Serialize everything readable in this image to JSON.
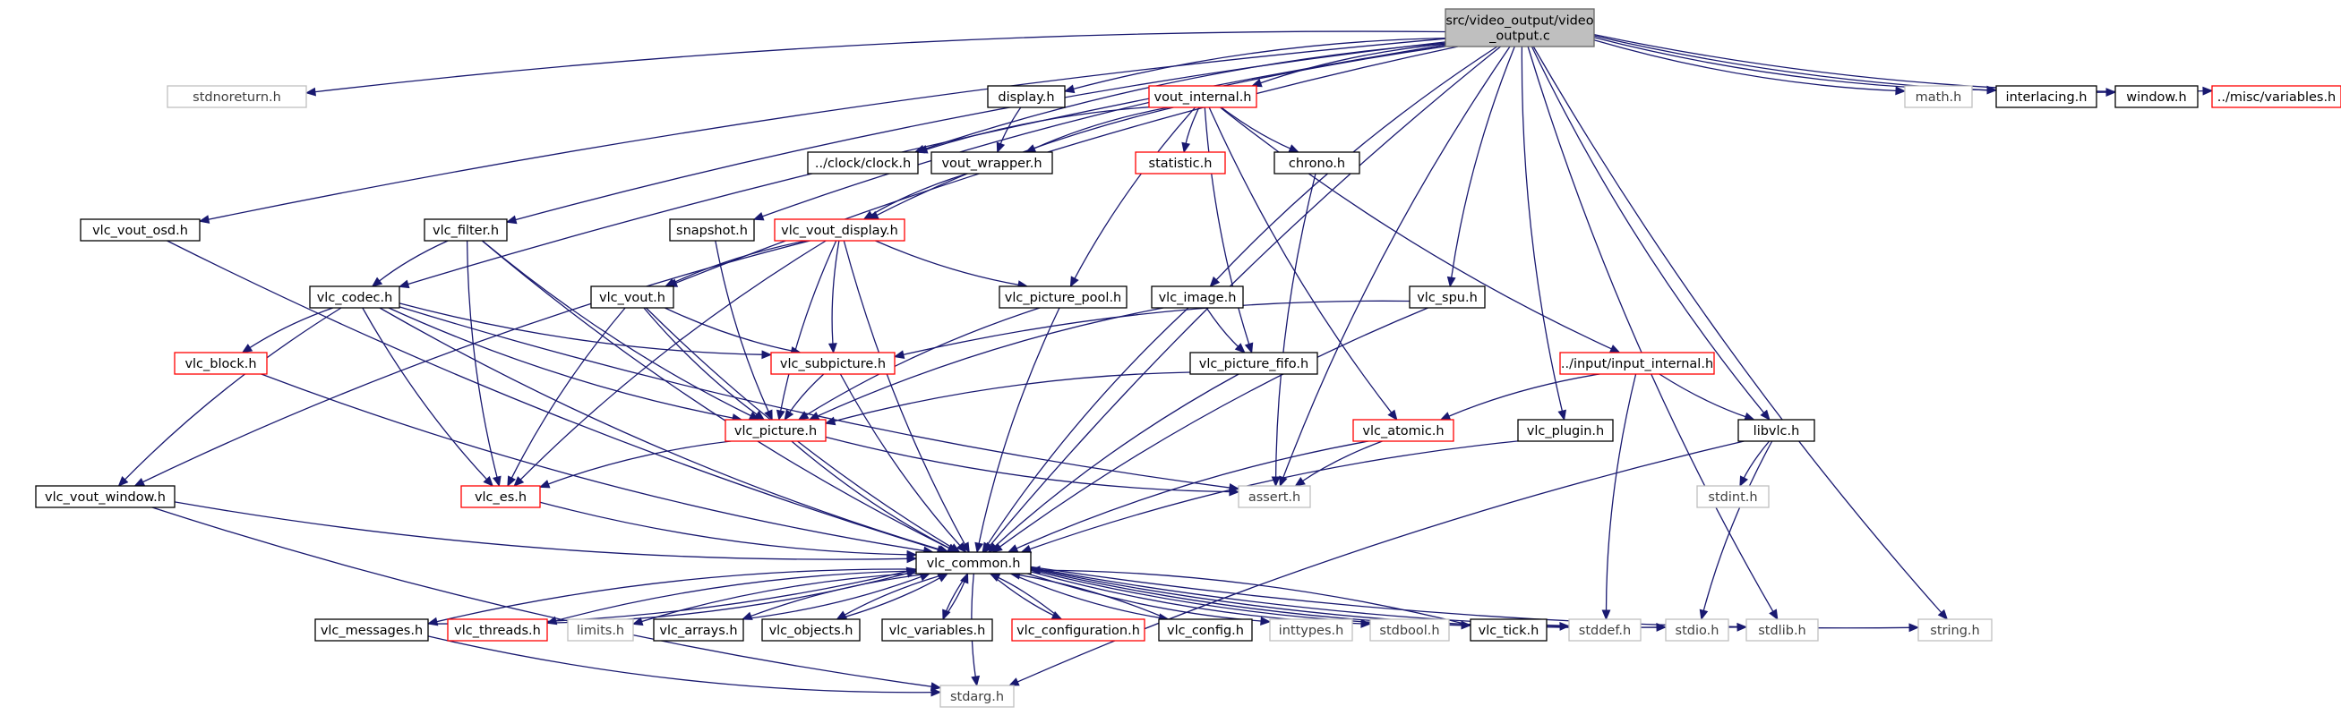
{
  "graph": {
    "colors": {
      "edge": "#191970",
      "root_fill": "#bfbfbf",
      "link_border": "#000000",
      "truncated_border": "#ff0000",
      "external_border": "#bfbfbf"
    },
    "nodes": [
      {
        "id": "root",
        "lines": [
          "src/video_output/video",
          "_output.c"
        ],
        "style": "root"
      },
      {
        "id": "stdnoreturn",
        "lines": [
          "stdnoreturn.h"
        ],
        "style": "gray"
      },
      {
        "id": "display",
        "lines": [
          "display.h"
        ],
        "style": "black"
      },
      {
        "id": "vout_internal",
        "lines": [
          "vout_internal.h"
        ],
        "style": "red"
      },
      {
        "id": "math",
        "lines": [
          "math.h"
        ],
        "style": "gray"
      },
      {
        "id": "interlacing",
        "lines": [
          "interlacing.h"
        ],
        "style": "black"
      },
      {
        "id": "window",
        "lines": [
          "window.h"
        ],
        "style": "black"
      },
      {
        "id": "misc_variables",
        "lines": [
          "../misc/variables.h"
        ],
        "style": "red"
      },
      {
        "id": "clock",
        "lines": [
          "../clock/clock.h"
        ],
        "style": "black"
      },
      {
        "id": "vout_wrapper",
        "lines": [
          "vout_wrapper.h"
        ],
        "style": "black"
      },
      {
        "id": "statistic",
        "lines": [
          "statistic.h"
        ],
        "style": "red"
      },
      {
        "id": "chrono",
        "lines": [
          "chrono.h"
        ],
        "style": "black"
      },
      {
        "id": "vlc_vout_osd",
        "lines": [
          "vlc_vout_osd.h"
        ],
        "style": "black"
      },
      {
        "id": "vlc_filter",
        "lines": [
          "vlc_filter.h"
        ],
        "style": "black"
      },
      {
        "id": "snapshot",
        "lines": [
          "snapshot.h"
        ],
        "style": "black"
      },
      {
        "id": "vlc_vout_display",
        "lines": [
          "vlc_vout_display.h"
        ],
        "style": "red"
      },
      {
        "id": "vlc_codec",
        "lines": [
          "vlc_codec.h"
        ],
        "style": "black"
      },
      {
        "id": "vlc_vout",
        "lines": [
          "vlc_vout.h"
        ],
        "style": "black"
      },
      {
        "id": "vlc_picture_pool",
        "lines": [
          "vlc_picture_pool.h"
        ],
        "style": "black"
      },
      {
        "id": "vlc_image",
        "lines": [
          "vlc_image.h"
        ],
        "style": "black"
      },
      {
        "id": "vlc_spu",
        "lines": [
          "vlc_spu.h"
        ],
        "style": "black"
      },
      {
        "id": "vlc_block",
        "lines": [
          "vlc_block.h"
        ],
        "style": "red"
      },
      {
        "id": "vlc_subpicture",
        "lines": [
          "vlc_subpicture.h"
        ],
        "style": "red"
      },
      {
        "id": "vlc_picture_fifo",
        "lines": [
          "vlc_picture_fifo.h"
        ],
        "style": "black"
      },
      {
        "id": "input_internal",
        "lines": [
          "../input/input_internal.h"
        ],
        "style": "red"
      },
      {
        "id": "vlc_picture",
        "lines": [
          "vlc_picture.h"
        ],
        "style": "red"
      },
      {
        "id": "vlc_atomic",
        "lines": [
          "vlc_atomic.h"
        ],
        "style": "red"
      },
      {
        "id": "vlc_plugin",
        "lines": [
          "vlc_plugin.h"
        ],
        "style": "black"
      },
      {
        "id": "libvlc",
        "lines": [
          "libvlc.h"
        ],
        "style": "black"
      },
      {
        "id": "vlc_vout_window",
        "lines": [
          "vlc_vout_window.h"
        ],
        "style": "black"
      },
      {
        "id": "vlc_es",
        "lines": [
          "vlc_es.h"
        ],
        "style": "red"
      },
      {
        "id": "assert",
        "lines": [
          "assert.h"
        ],
        "style": "gray"
      },
      {
        "id": "stdint",
        "lines": [
          "stdint.h"
        ],
        "style": "gray"
      },
      {
        "id": "vlc_common",
        "lines": [
          "vlc_common.h"
        ],
        "style": "black"
      },
      {
        "id": "vlc_messages",
        "lines": [
          "vlc_messages.h"
        ],
        "style": "black"
      },
      {
        "id": "vlc_threads",
        "lines": [
          "vlc_threads.h"
        ],
        "style": "red"
      },
      {
        "id": "limits",
        "lines": [
          "limits.h"
        ],
        "style": "gray"
      },
      {
        "id": "vlc_arrays",
        "lines": [
          "vlc_arrays.h"
        ],
        "style": "black"
      },
      {
        "id": "vlc_objects",
        "lines": [
          "vlc_objects.h"
        ],
        "style": "black"
      },
      {
        "id": "vlc_variables",
        "lines": [
          "vlc_variables.h"
        ],
        "style": "black"
      },
      {
        "id": "vlc_configuration",
        "lines": [
          "vlc_configuration.h"
        ],
        "style": "red"
      },
      {
        "id": "vlc_config",
        "lines": [
          "vlc_config.h"
        ],
        "style": "black"
      },
      {
        "id": "inttypes",
        "lines": [
          "inttypes.h"
        ],
        "style": "gray"
      },
      {
        "id": "stdbool",
        "lines": [
          "stdbool.h"
        ],
        "style": "gray"
      },
      {
        "id": "vlc_tick",
        "lines": [
          "vlc_tick.h"
        ],
        "style": "black"
      },
      {
        "id": "stddef",
        "lines": [
          "stddef.h"
        ],
        "style": "gray"
      },
      {
        "id": "stdio",
        "lines": [
          "stdio.h"
        ],
        "style": "gray"
      },
      {
        "id": "stdlib",
        "lines": [
          "stdlib.h"
        ],
        "style": "gray"
      },
      {
        "id": "string",
        "lines": [
          "string.h"
        ],
        "style": "gray"
      },
      {
        "id": "stdarg",
        "lines": [
          "stdarg.h"
        ],
        "style": "gray"
      }
    ],
    "edges": [
      [
        "root",
        "stdnoreturn"
      ],
      [
        "root",
        "display"
      ],
      [
        "root",
        "vout_internal"
      ],
      [
        "root",
        "math"
      ],
      [
        "root",
        "interlacing"
      ],
      [
        "root",
        "window"
      ],
      [
        "root",
        "misc_variables"
      ],
      [
        "root",
        "clock"
      ],
      [
        "root",
        "vlc_vout_osd"
      ],
      [
        "root",
        "vlc_filter"
      ],
      [
        "root",
        "snapshot"
      ],
      [
        "root",
        "vlc_codec"
      ],
      [
        "root",
        "vlc_vout"
      ],
      [
        "root",
        "vlc_image"
      ],
      [
        "root",
        "vlc_spu"
      ],
      [
        "root",
        "assert"
      ],
      [
        "root",
        "vlc_plugin"
      ],
      [
        "root",
        "libvlc"
      ],
      [
        "root",
        "vlc_common"
      ],
      [
        "root",
        "stdlib"
      ],
      [
        "root",
        "string"
      ],
      [
        "display",
        "vout_wrapper"
      ],
      [
        "vout_internal",
        "clock"
      ],
      [
        "vout_internal",
        "vout_wrapper"
      ],
      [
        "vout_internal",
        "statistic"
      ],
      [
        "vout_internal",
        "chrono"
      ],
      [
        "vout_internal",
        "vlc_vout_display"
      ],
      [
        "vout_internal",
        "vlc_picture_pool"
      ],
      [
        "vout_internal",
        "vlc_picture_fifo"
      ],
      [
        "vout_internal",
        "vlc_atomic"
      ],
      [
        "vout_internal",
        "input_internal"
      ],
      [
        "vout_wrapper",
        "vlc_vout_display"
      ],
      [
        "chrono",
        "assert"
      ],
      [
        "vlc_vout_osd",
        "vlc_common"
      ],
      [
        "vlc_filter",
        "vlc_codec"
      ],
      [
        "vlc_filter",
        "vlc_picture"
      ],
      [
        "vlc_filter",
        "vlc_es"
      ],
      [
        "vlc_filter",
        "vlc_common"
      ],
      [
        "snapshot",
        "vlc_picture"
      ],
      [
        "vlc_vout_display",
        "vlc_vout"
      ],
      [
        "vlc_vout_display",
        "vlc_picture_pool"
      ],
      [
        "vlc_vout_display",
        "vlc_subpicture"
      ],
      [
        "vlc_vout_display",
        "vlc_picture"
      ],
      [
        "vlc_vout_display",
        "vlc_es"
      ],
      [
        "vlc_vout_display",
        "vlc_vout_window"
      ],
      [
        "vlc_vout_display",
        "vlc_common"
      ],
      [
        "vlc_codec",
        "vlc_block"
      ],
      [
        "vlc_codec",
        "vlc_subpicture"
      ],
      [
        "vlc_codec",
        "vlc_picture"
      ],
      [
        "vlc_codec",
        "vlc_es"
      ],
      [
        "vlc_codec",
        "vlc_vout_window"
      ],
      [
        "vlc_codec",
        "vlc_common"
      ],
      [
        "vlc_codec",
        "assert"
      ],
      [
        "vlc_vout",
        "vlc_subpicture"
      ],
      [
        "vlc_vout",
        "vlc_picture"
      ],
      [
        "vlc_vout",
        "vlc_es"
      ],
      [
        "vlc_vout",
        "vlc_common"
      ],
      [
        "vlc_picture_pool",
        "vlc_picture"
      ],
      [
        "vlc_picture_pool",
        "vlc_common"
      ],
      [
        "vlc_image",
        "vlc_picture"
      ],
      [
        "vlc_image",
        "vlc_picture_fifo"
      ],
      [
        "vlc_image",
        "vlc_common"
      ],
      [
        "vlc_spu",
        "vlc_subpicture"
      ],
      [
        "vlc_spu",
        "vlc_common"
      ],
      [
        "vlc_block",
        "vlc_common"
      ],
      [
        "vlc_subpicture",
        "vlc_picture"
      ],
      [
        "vlc_subpicture",
        "vlc_common"
      ],
      [
        "vlc_picture_fifo",
        "vlc_picture"
      ],
      [
        "vlc_picture_fifo",
        "vlc_common"
      ],
      [
        "input_internal",
        "vlc_atomic"
      ],
      [
        "input_internal",
        "libvlc"
      ],
      [
        "input_internal",
        "stddef"
      ],
      [
        "vlc_picture",
        "vlc_es"
      ],
      [
        "vlc_picture",
        "assert"
      ],
      [
        "vlc_picture",
        "vlc_common"
      ],
      [
        "vlc_atomic",
        "assert"
      ],
      [
        "vlc_atomic",
        "vlc_common"
      ],
      [
        "vlc_plugin",
        "vlc_common"
      ],
      [
        "libvlc",
        "stdint"
      ],
      [
        "libvlc",
        "stdio"
      ],
      [
        "libvlc",
        "stdarg"
      ],
      [
        "vlc_vout_window",
        "vlc_common"
      ],
      [
        "vlc_vout_window",
        "stdarg"
      ],
      [
        "vlc_es",
        "vlc_common"
      ],
      [
        "vlc_common",
        "vlc_messages"
      ],
      [
        "vlc_common",
        "vlc_threads"
      ],
      [
        "vlc_common",
        "limits"
      ],
      [
        "vlc_common",
        "vlc_arrays"
      ],
      [
        "vlc_common",
        "vlc_objects"
      ],
      [
        "vlc_common",
        "vlc_variables"
      ],
      [
        "vlc_common",
        "vlc_configuration"
      ],
      [
        "vlc_common",
        "vlc_config"
      ],
      [
        "vlc_common",
        "inttypes"
      ],
      [
        "vlc_common",
        "stdbool"
      ],
      [
        "vlc_common",
        "vlc_tick"
      ],
      [
        "vlc_common",
        "stddef"
      ],
      [
        "vlc_common",
        "stdio"
      ],
      [
        "vlc_common",
        "stdlib"
      ],
      [
        "vlc_common",
        "string"
      ],
      [
        "vlc_common",
        "stdarg"
      ],
      [
        "vlc_messages",
        "vlc_common"
      ],
      [
        "vlc_messages",
        "stdarg"
      ],
      [
        "vlc_threads",
        "vlc_common"
      ],
      [
        "vlc_arrays",
        "vlc_common"
      ],
      [
        "vlc_objects",
        "vlc_common"
      ],
      [
        "vlc_variables",
        "vlc_common"
      ],
      [
        "vlc_configuration",
        "vlc_common"
      ],
      [
        "vlc_config",
        "vlc_common"
      ],
      [
        "vlc_tick",
        "vlc_common"
      ]
    ]
  }
}
